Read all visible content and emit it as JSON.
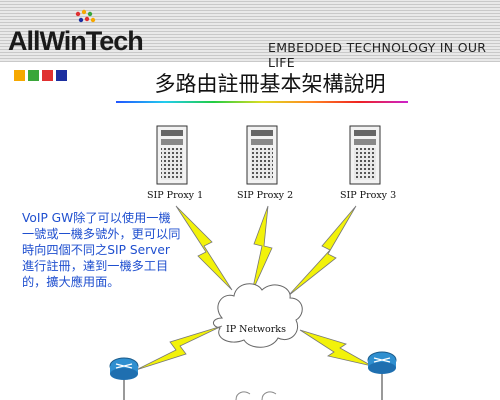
{
  "header": {
    "logo_text": "AllWinTech",
    "tagline": "EMBEDDED TECHNOLOGY IN OUR LIFE"
  },
  "slide": {
    "title": "多路由註冊基本架構說明",
    "description": "VoIP GW除了可以使用一機一號或一機多號外，更可以同時向四個不同之SIP Server 進行註冊，達到一機多工目的，擴大應用面。"
  },
  "diagram": {
    "servers": [
      {
        "label": "SIP Proxy 1"
      },
      {
        "label": "SIP Proxy 2"
      },
      {
        "label": "SIP Proxy 3"
      }
    ],
    "cloud_label": "IP Networks"
  },
  "colors": {
    "squares": [
      "#f6a800",
      "#3aa63a",
      "#e03030",
      "#1c2fa0"
    ],
    "description_text": "#1f4fcf",
    "lightning": "#f2f20a",
    "router": "#2f8fd0"
  }
}
